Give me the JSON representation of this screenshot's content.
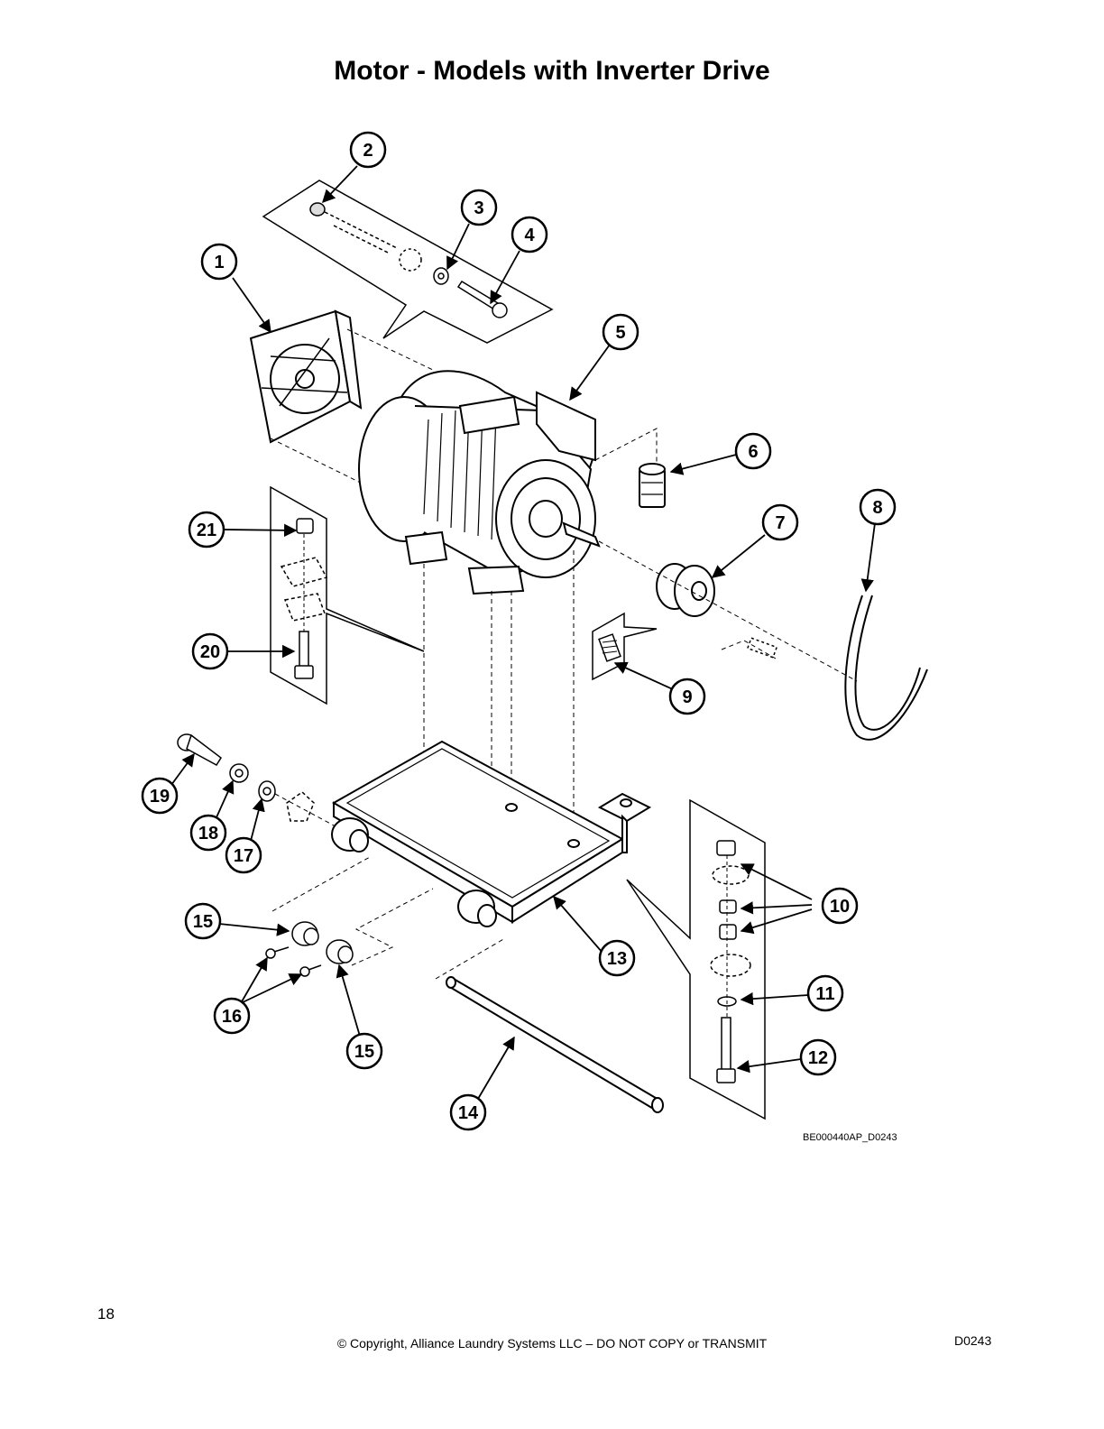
{
  "page": {
    "title": "Motor - Models with Inverter Drive",
    "figure_ref": "BE000440AP_D0243",
    "page_number": "18",
    "copyright": "© Copyright, Alliance Laundry Systems LLC – DO NOT COPY or TRANSMIT",
    "doc_code": "D0243"
  },
  "callouts": [
    "1",
    "2",
    "3",
    "4",
    "5",
    "6",
    "7",
    "8",
    "9",
    "10",
    "11",
    "12",
    "13",
    "14",
    "15",
    "15",
    "16",
    "17",
    "18",
    "19",
    "20",
    "21"
  ]
}
